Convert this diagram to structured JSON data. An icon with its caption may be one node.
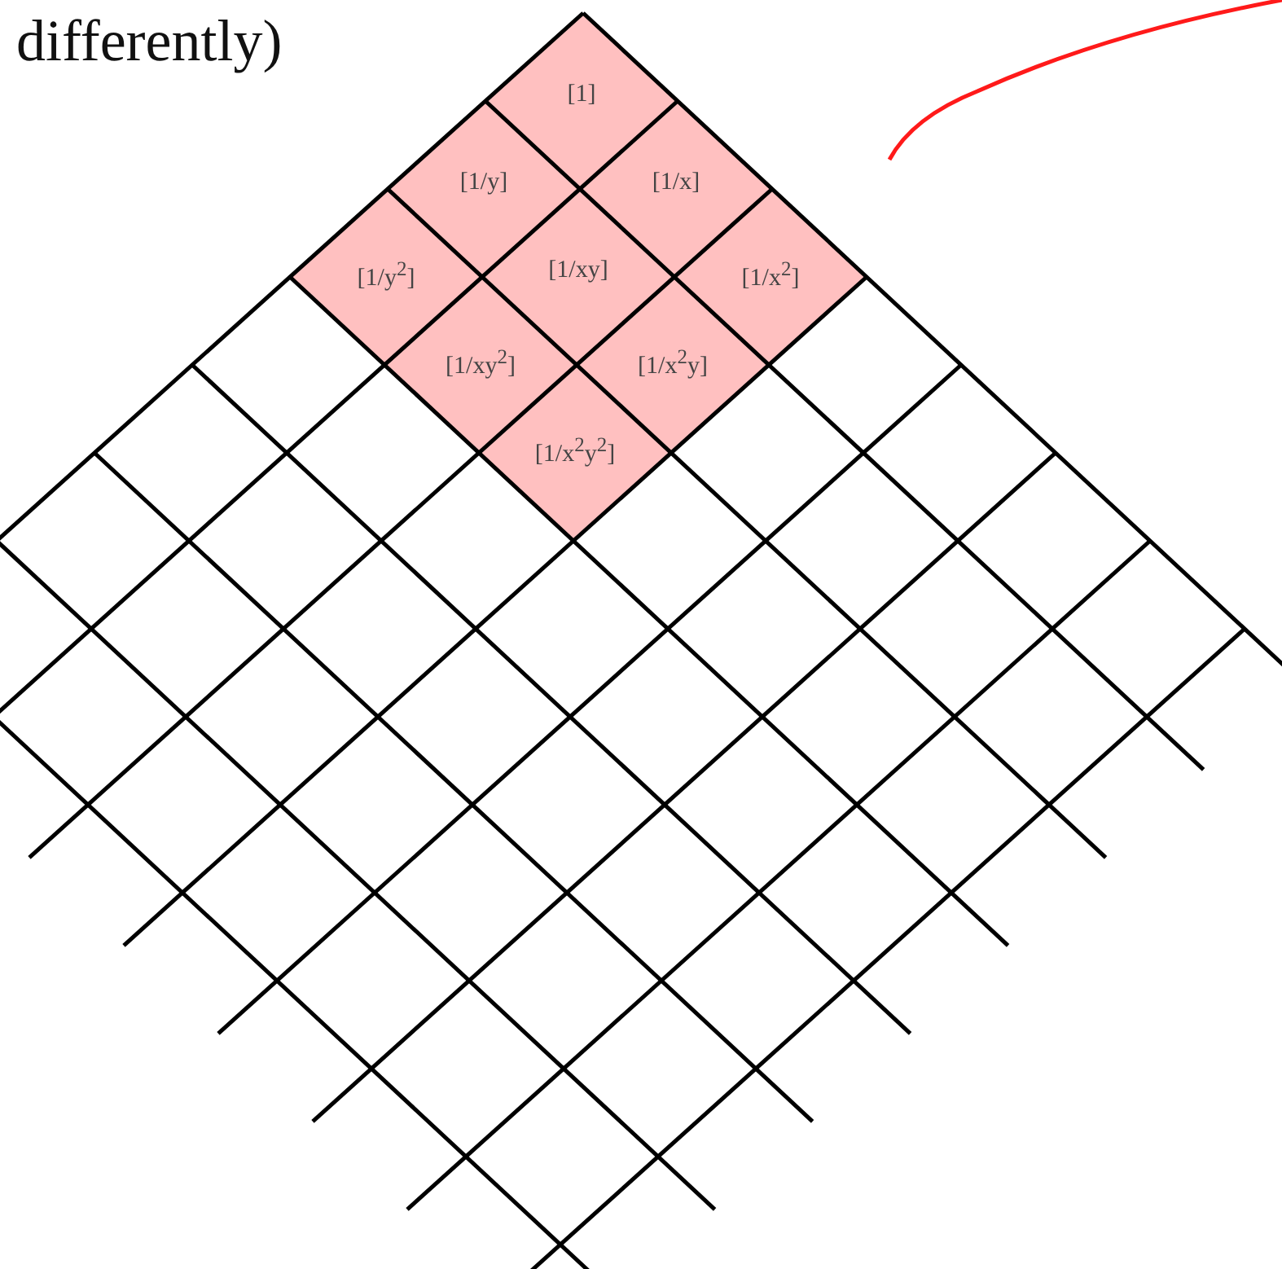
{
  "diagram": {
    "nodes": [
      {
        "text": [
          "[1]"
        ]
      },
      {
        "text": [
          "[1/y]"
        ]
      },
      {
        "text": [
          "[1/x]"
        ]
      },
      {
        "text": [
          "[1/y$^{2}$]"
        ]
      },
      {
        "text": [
          "[1/xy]"
        ]
      },
      {
        "text": [
          "[1/x$^{2}$]"
        ]
      },
      {
        "text": [
          "[1/xy$^{2}$]"
        ]
      },
      {
        "text": [
          "[1/x$^{2}$y]"
        ]
      },
      {
        "text": [
          "[1/x$^{2}$y$^{2}$]"
        ]
      }
    ],
    "labels": [
      "differently)"
    ]
  }
}
